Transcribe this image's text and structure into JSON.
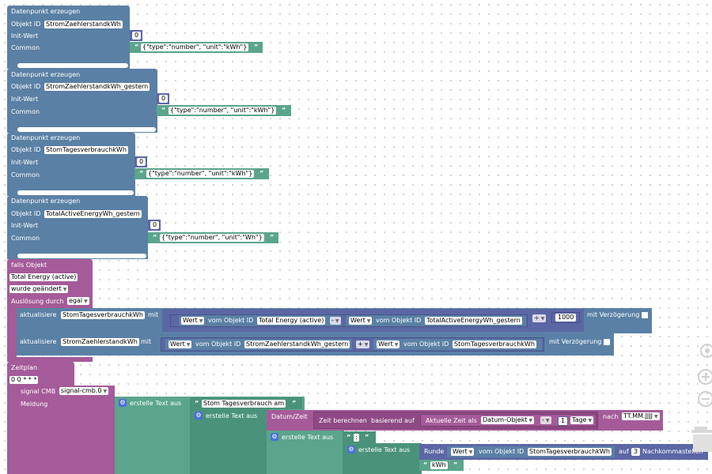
{
  "datapoints": [
    {
      "header": "Datenpunkt erzeugen",
      "id_label": "Objekt ID",
      "id": "StromZaehlerstandkWh",
      "init_label": "Init-Wert",
      "init": "0",
      "common_label": "Common",
      "common": "{\"type\":\"number\", \"unit\":\"kWh\"}"
    },
    {
      "header": "Datenpunkt erzeugen",
      "id_label": "Objekt ID",
      "id": "StromZaehlerstandkWh_gestern",
      "init_label": "Init-Wert",
      "init": "0",
      "common_label": "Common",
      "common": "{\"type\":\"number\", \"unit\":\"kWh\"}"
    },
    {
      "header": "Datenpunkt erzeugen",
      "id_label": "Objekt ID",
      "id": "StomTagesverbrauchkWh",
      "init_label": "Init-Wert",
      "init": "0",
      "common_label": "Common",
      "common": "{\"type\":\"number\", \"unit\":\"kWh\"}"
    },
    {
      "header": "Datenpunkt erzeugen",
      "id_label": "Objekt ID",
      "id": "TotalActiveEnergyWh_gestern",
      "init_label": "Init-Wert",
      "init": "0",
      "common_label": "Common",
      "common": "{\"type\":\"number\", \"unit\":\"Wh\"}"
    }
  ],
  "trigger": {
    "header": "falls Objekt",
    "object": "Total Energy (active)",
    "changed": "wurde geändert",
    "trigger_label": "Auslösung durch",
    "trigger_value": "egal",
    "update1": {
      "label": "aktualisiere",
      "target": "StomTagesverbrauchkWh",
      "mit": "mit",
      "val1": "Wert",
      "vom": "vom Objekt ID",
      "obj1": "Total Energy (active)",
      "op1": "-",
      "val2": "Wert",
      "obj2": "TotalActiveEnergyWh_gestern",
      "op2": "÷",
      "divisor": "1000",
      "delay": "mit Verzögerung"
    },
    "update2": {
      "label": "aktualisiere",
      "target": "StromZaehlerstandkWh",
      "mit": "mit",
      "val1": "Wert",
      "vom": "vom Objekt ID",
      "obj1": "StromZaehlerstandkWh_gestern",
      "op1": "+",
      "val2": "Wert",
      "obj2": "StomTagesverbrauchkWh",
      "delay": "mit Verzögerung"
    }
  },
  "schedule": {
    "header": "Zeitplan",
    "cron": "0 0 * * *",
    "signal_label": "signal CMB",
    "signal_value": "signal-cmb.0",
    "meldung": "Meldung",
    "text1": "erstelle Text aus",
    "str1": "Stom Tagesverbrauch am",
    "text2": "erstelle Text aus",
    "datetime": "Datum/Zeit",
    "calc": "Zeit berechnen",
    "based": "basierend auf",
    "now": "Aktuelle Zeit als",
    "obj_type": "Datum-Objekt",
    "minus": "-",
    "days_num": "1",
    "days_unit": "Tage",
    "nach": "nach",
    "format": "TT.MM.JJJJ",
    "text3": "erstelle Text aus",
    "colon": ":",
    "text4": "erstelle Text aus",
    "round": "Runde",
    "wert": "Wert",
    "vom": "vom Objekt ID",
    "round_obj": "StomTagesverbrauchkWh",
    "auf": "auf",
    "decimals": "3",
    "decimals_label": "Nachkommastellen",
    "unit": "kWh"
  },
  "colors": {
    "variable_blue": "#5b80a5",
    "text_green": "#5ba58c",
    "math_purple": "#5b67a5",
    "event_magenta": "#a55b99",
    "gear_blue": "#4a70d9"
  }
}
